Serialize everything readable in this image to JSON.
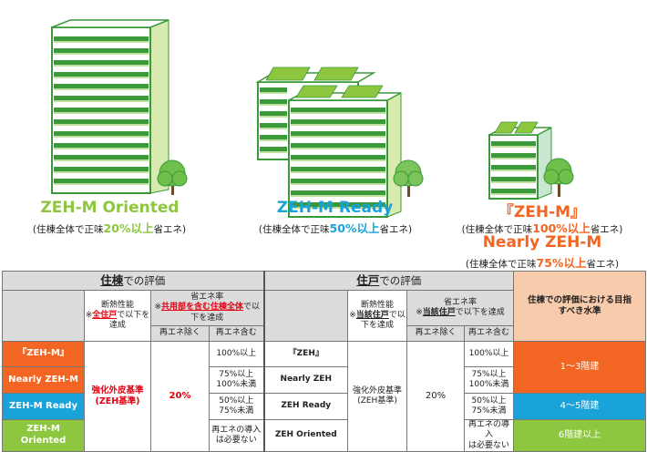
{
  "colors": {
    "green": "#8dc63f",
    "blue": "#1aa3d9",
    "orange": "#f26522",
    "building_green": "#3a9a3a",
    "building_light": "#d7ebb0",
    "header_peach": "#f8cbad",
    "red": "#e60012"
  },
  "levels": {
    "oriented": {
      "title": "ZEH-M  Oriented",
      "desc_pre": "(住棟全体で正味",
      "desc_pct": "20%以上",
      "desc_post": "省エネ)"
    },
    "ready": {
      "title": "ZEH-M  Ready",
      "desc_pre": "(住棟全体で正味",
      "desc_pct": "50%以上",
      "desc_post": "省エネ)"
    },
    "zehm": {
      "title": "『ZEH-M』",
      "desc_pre": "(住棟全体で正味",
      "desc_pct": "100%以上",
      "desc_post": "省エネ)"
    },
    "nearly": {
      "title": "Nearly ZEH-M",
      "desc_pre": "(住棟全体で正味",
      "desc_pct": "75%以上",
      "desc_post": "省エネ)"
    }
  },
  "table": {
    "building_eval_u": "住棟",
    "building_eval_rest": "での評価",
    "unit_eval_u": "住戸",
    "unit_eval_rest": "での評価",
    "target_header": "住棟での評価における目指すべき水準",
    "insulation_b_1": "断熱性能",
    "insulation_b_2": "※",
    "insulation_b_3": "全住戸",
    "insulation_b_4": "で以下を達成",
    "energy_b_1": "省エネ率",
    "energy_b_2": "※",
    "energy_b_3": "共用部を含む住棟全体",
    "energy_b_4": "で以下を達成",
    "insulation_u_1": "断熱性能",
    "insulation_u_2": "※",
    "insulation_u_3": "当該住戸",
    "insulation_u_4": "で以下を達成",
    "energy_u_1": "省エネ率",
    "energy_u_2": "※",
    "energy_u_3": "当該住戸",
    "energy_u_4": "で以下を達成",
    "excl": "再エネ除く",
    "incl": "再エネ含む",
    "b_cat_1": "『ZEH-M』",
    "b_cat_2": "Nearly ZEH-M",
    "b_cat_3": "ZEH-M Ready",
    "b_cat_4": "ZEH-M Oriented",
    "b_std_1": "強化外皮基準",
    "b_std_2": "(ZEH基準)",
    "b_pct": "20%",
    "u_cat_1": "『ZEH』",
    "u_cat_2": "Nearly ZEH",
    "u_cat_3": "ZEH Ready",
    "u_cat_4": "ZEH Oriented",
    "u_std": "強化外皮基準(ZEH基準)",
    "u_pct": "20%",
    "inc_1": "100%以上",
    "inc_2a": "75%以上",
    "inc_2b": "100%未満",
    "inc_3a": "50%以上",
    "inc_3b": "75%未満",
    "inc_4a": "再エネの導入",
    "inc_4b": "は必要ない",
    "target_1": "1～3階建",
    "target_2": "4～5階建",
    "target_3": "6階建以上"
  }
}
